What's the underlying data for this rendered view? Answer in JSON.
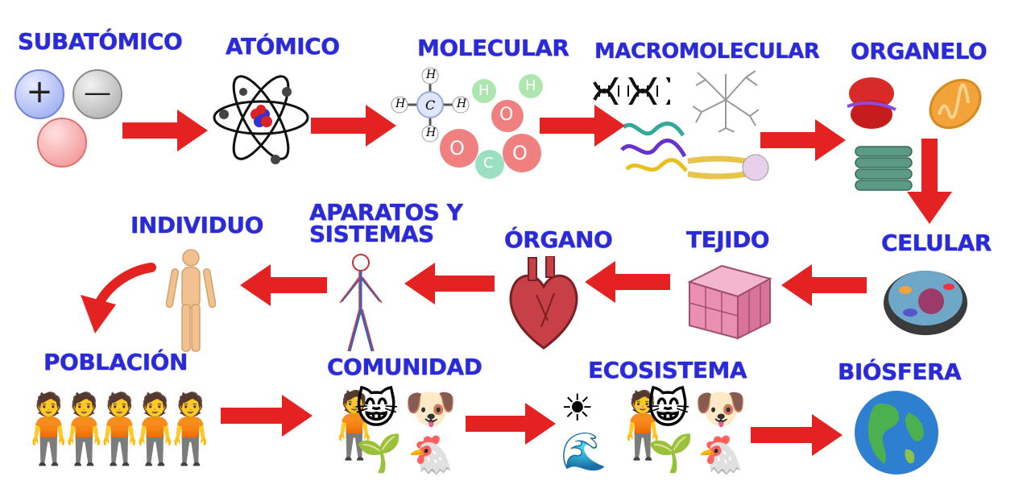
{
  "levels": {
    "subatomico": "SUBATÓMICO",
    "atomico": "ATÓMICO",
    "molecular": "MOLECULAR",
    "macromolecular": "MACROMOLECULAR",
    "organelo": "ORGANELO",
    "celular": "CELULAR",
    "tejido": "TEJIDO",
    "organo": "ÓRGANO",
    "aparatos_line1": "APARATOS Y",
    "aparatos_line2": "SISTEMAS",
    "individuo": "INDIVIDUO",
    "poblacion": "POBLACIÓN",
    "comunidad": "COMUNIDAD",
    "ecosistema": "ECOSISTEMA",
    "biosfera": "BIÓSFERA"
  },
  "molecule_letters": {
    "h": "H",
    "c": "C",
    "o": "O"
  },
  "subatomic_symbols": {
    "plus": "+",
    "minus": "—"
  },
  "colors": {
    "label": "#2a2ad8",
    "arrow": "#e52222",
    "arrow_dark": "#b30f0f"
  },
  "icons": {
    "atom": "atom-icon",
    "dna": "dna-icon",
    "mitochondria": "mitochondria-icon",
    "cell": "cell-icon",
    "tissue": "tissue-icon",
    "heart": "heart-icon",
    "body_systems": "body-systems-icon",
    "human": "human-silhouette-icon",
    "earth": "earth-icon"
  }
}
